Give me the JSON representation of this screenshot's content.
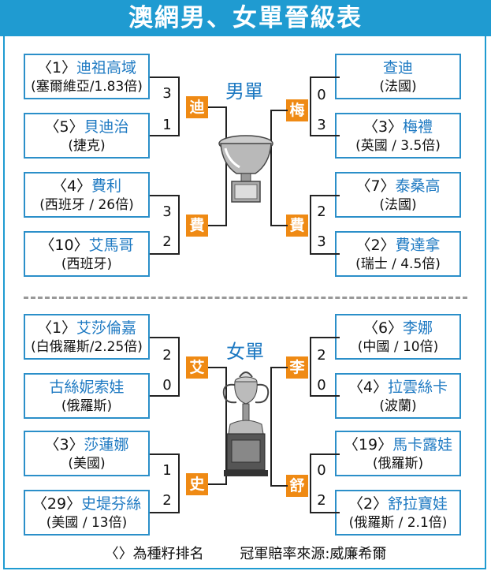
{
  "title": "澳網男、女單晉級表",
  "men": {
    "label": "男單",
    "left": [
      {
        "seed": "〈1〉",
        "name": "迪祖高域",
        "sub": "(塞爾維亞/1.83倍)",
        "score": "3"
      },
      {
        "seed": "〈5〉",
        "name": "貝迪治",
        "sub": "(捷克)",
        "score": "1"
      },
      {
        "seed": "〈4〉",
        "name": "費利",
        "sub": "(西班牙 / 26倍)",
        "score": "3"
      },
      {
        "seed": "〈10〉",
        "name": "艾馬哥",
        "sub": "(西班牙)",
        "score": "2"
      }
    ],
    "right": [
      {
        "seed": "",
        "name": "查迪",
        "sub": "(法國)",
        "score": "0"
      },
      {
        "seed": "〈3〉",
        "name": "梅禮",
        "sub": "(英國 / 3.5倍)",
        "score": "3"
      },
      {
        "seed": "〈7〉",
        "name": "泰桑高",
        "sub": "(法國)",
        "score": "2"
      },
      {
        "seed": "〈2〉",
        "name": "費達拿",
        "sub": "(瑞士 / 4.5倍)",
        "score": "3"
      }
    ],
    "winners": {
      "left_top": "迪",
      "left_bottom": "費",
      "right_top": "梅",
      "right_bottom": "費"
    }
  },
  "women": {
    "label": "女單",
    "left": [
      {
        "seed": "〈1〉",
        "name": "艾莎倫嘉",
        "sub": "(白俄羅斯/2.25倍)",
        "score": "2"
      },
      {
        "seed": "",
        "name": "古絲妮索娃",
        "sub": "(俄羅斯)",
        "score": "0"
      },
      {
        "seed": "〈3〉",
        "name": "莎蓮娜",
        "sub": "(美國)",
        "score": "1"
      },
      {
        "seed": "〈29〉",
        "name": "史堤芬絲",
        "sub": "(美國 / 13倍)",
        "score": "2"
      }
    ],
    "right": [
      {
        "seed": "〈6〉",
        "name": "李娜",
        "sub": "(中國 / 10倍)",
        "score": "2"
      },
      {
        "seed": "〈4〉",
        "name": "拉雲絲卡",
        "sub": "(波蘭)",
        "score": "0"
      },
      {
        "seed": "〈19〉",
        "name": "馬卡露娃",
        "sub": "(俄羅斯)",
        "score": "0"
      },
      {
        "seed": "〈2〉",
        "name": "舒拉寶娃",
        "sub": "(俄羅斯 / 2.1倍)",
        "score": "2"
      }
    ],
    "winners": {
      "left_top": "艾",
      "left_bottom": "史",
      "right_top": "李",
      "right_bottom": "舒"
    }
  },
  "footer": {
    "note": "〈〉為種籽排名",
    "source": "冠軍賠率來源:威廉希爾"
  },
  "colors": {
    "header": "#1f9bd1",
    "name_text": "#1d79c2",
    "winner_badge": "#ef8a14"
  },
  "icons": {
    "trophy_men": "trophy-icon",
    "trophy_women": "trophy-icon"
  }
}
